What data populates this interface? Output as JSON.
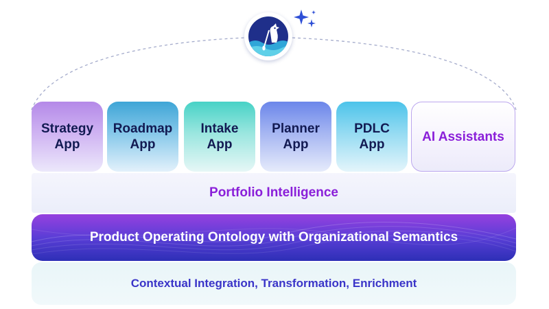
{
  "apps": [
    {
      "label": "Strategy\nApp"
    },
    {
      "label": "Roadmap\nApp"
    },
    {
      "label": "Intake\nApp"
    },
    {
      "label": "Planner\nApp"
    },
    {
      "label": "PDLC\nApp"
    }
  ],
  "ai_assistants": {
    "label": "AI Assistants"
  },
  "layers": {
    "portfolio": "Portfolio Intelligence",
    "ontology": "Product Operating Ontology with Organizational Semantics",
    "context": "Contextual Integration, Transformation, Enrichment"
  },
  "colors": {
    "accent_purple": "#8a1fd9",
    "ontology_band_start": "#9640df",
    "ontology_band_end": "#2d2fb6",
    "context_text": "#3a34c8",
    "logo_blue": "#1f2f8a",
    "sparkle_blue": "#2e4fd6"
  },
  "icons": {
    "logo": "sea-dragon-logo-icon",
    "sparkles": "sparkle-icon"
  }
}
